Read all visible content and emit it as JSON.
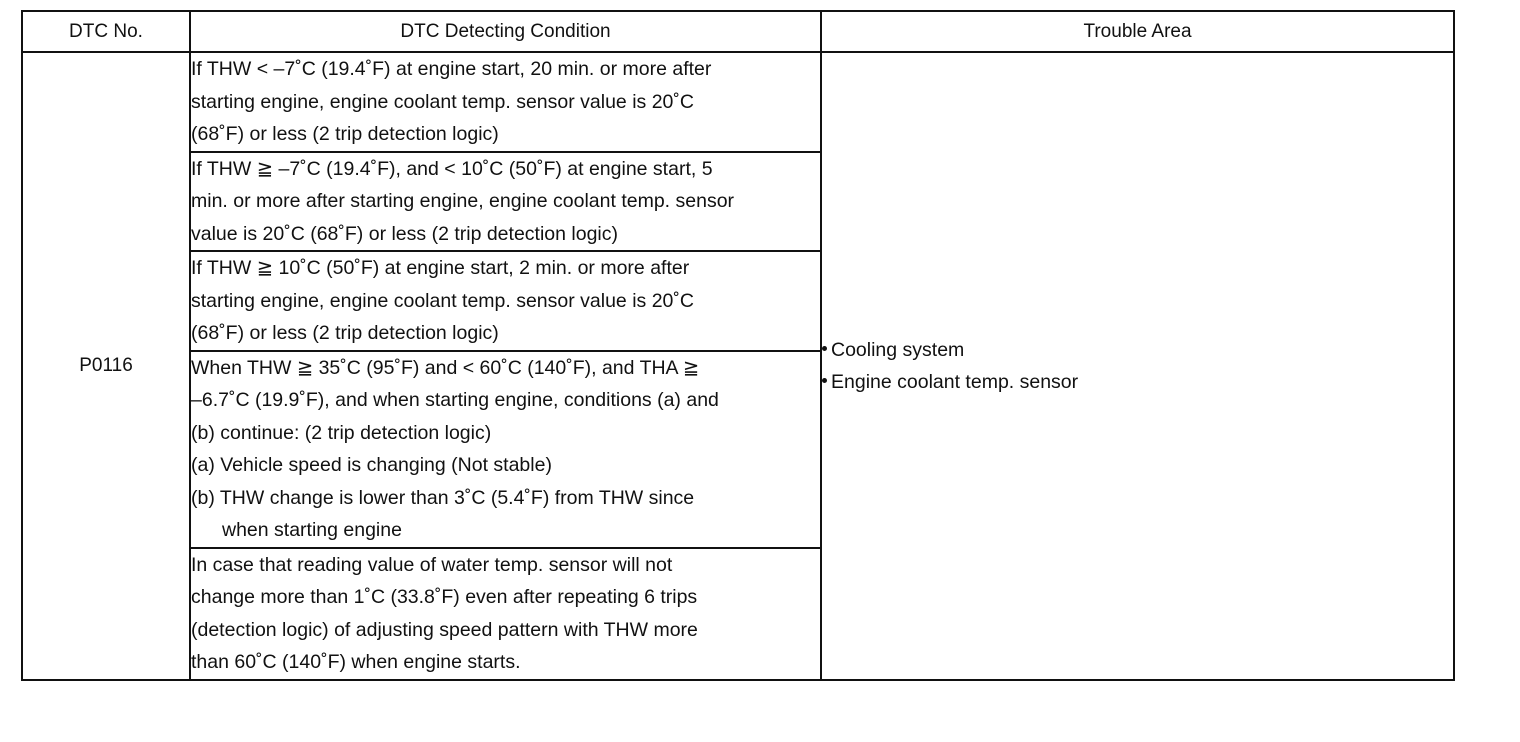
{
  "headers": {
    "dtc_no": "DTC No.",
    "condition": "DTC Detecting Condition",
    "trouble_area": "Trouble Area"
  },
  "dtc_no": "P0116",
  "conditions": [
    {
      "lines": [
        "If THW < –7˚C (19.4˚F) at engine start, 20 min. or more after",
        "starting engine, engine coolant temp. sensor value is 20˚C",
        "(68˚F) or less (2 trip detection logic)"
      ]
    },
    {
      "lines": [
        "If THW ≧ –7˚C (19.4˚F), and < 10˚C (50˚F) at engine start, 5",
        "min. or more after starting engine, engine coolant temp. sensor",
        "value is 20˚C (68˚F) or less (2 trip detection logic)"
      ]
    },
    {
      "lines": [
        "If THW ≧ 10˚C (50˚F) at engine start, 2 min. or more after",
        "starting engine, engine coolant temp. sensor value is 20˚C",
        "(68˚F) or less (2 trip detection logic)"
      ]
    },
    {
      "lines": [
        "When THW ≧ 35˚C (95˚F) and < 60˚C (140˚F), and THA ≧",
        "–6.7˚C (19.9˚F), and when starting engine, conditions (a) and",
        "(b) continue: (2 trip detection logic)",
        "(a) Vehicle speed is changing (Not stable)",
        "(b) THW change is lower than 3˚C (5.4˚F) from THW since",
        "when starting engine"
      ]
    },
    {
      "lines": [
        "In case that reading value of water temp. sensor will not",
        "change more than 1˚C (33.8˚F) even after repeating 6 trips",
        "(detection logic) of adjusting speed pattern with THW more",
        "than 60˚C (140˚F) when engine starts."
      ]
    }
  ],
  "trouble_area": {
    "items": [
      "Cooling system",
      "Engine coolant temp. sensor"
    ]
  }
}
